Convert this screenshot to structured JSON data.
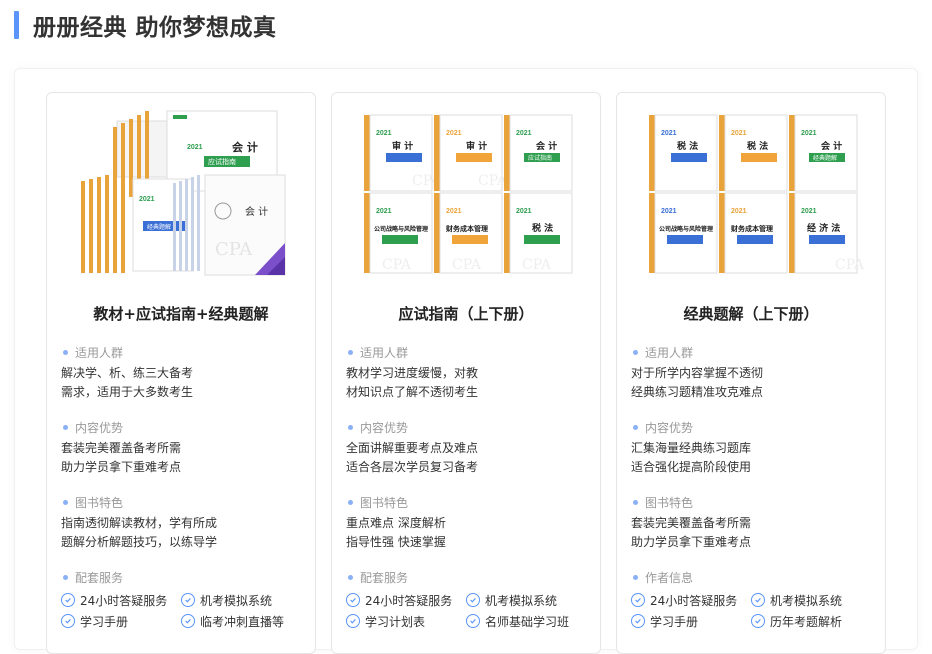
{
  "header": {
    "title": "册册经典 助你梦想成真"
  },
  "cards": [
    {
      "title": "教材+应试指南+经典题解",
      "sections": [
        {
          "label": "适用人群",
          "lines": [
            "解决学、析、练三大备考",
            "需求，适用于大多数考生"
          ]
        },
        {
          "label": "内容优势",
          "lines": [
            "套装完美覆盖备考所需",
            "助力学员拿下重难考点"
          ]
        },
        {
          "label": "图书特色",
          "lines": [
            "指南透彻解读教材，学有所成",
            "题解分析解题技巧，以练导学"
          ]
        }
      ],
      "services_label": "配套服务",
      "services": [
        "24小时答疑服务",
        "机考模拟系统",
        "学习手册",
        "临考冲刺直播等"
      ]
    },
    {
      "title": "应试指南（上下册）",
      "sections": [
        {
          "label": "适用人群",
          "lines": [
            "教材学习进度缓慢，对教",
            "材知识点了解不透彻考生"
          ]
        },
        {
          "label": "内容优势",
          "lines": [
            "全面讲解重要考点及难点",
            "适合各层次学员复习备考"
          ]
        },
        {
          "label": "图书特色",
          "lines": [
            "重点难点 深度解析",
            "指导性强 快速掌握"
          ]
        }
      ],
      "services_label": "配套服务",
      "services": [
        "24小时答疑服务",
        "机考模拟系统",
        "学习计划表",
        "名师基础学习班"
      ]
    },
    {
      "title": "经典题解（上下册）",
      "sections": [
        {
          "label": "适用人群",
          "lines": [
            "对于所学内容掌握不透彻",
            "经典练习题精准攻克难点"
          ]
        },
        {
          "label": "内容优势",
          "lines": [
            "汇集海量经典练习题库",
            "适合强化提高阶段使用"
          ]
        },
        {
          "label": "图书特色",
          "lines": [
            "套装完美覆盖备考所需",
            "助力学员拿下重难考点"
          ]
        }
      ],
      "services_label": "作者信息",
      "services": [
        "24小时答疑服务",
        "机考模拟系统",
        "学习手册",
        "历年考题解析"
      ]
    }
  ],
  "book_covers": {
    "year": "2021",
    "cpa": "CPA",
    "card1": {
      "main_subject": "会 计",
      "sub_top": "应试指南",
      "sub_bottom": "经典题解"
    },
    "card2": [
      "审 计",
      "会 计",
      "公司战略与风险管理",
      "财务成本管理",
      "税 法"
    ],
    "card3": [
      "税 法",
      "会 计",
      "公司战略与风险管理",
      "财务成本管理",
      "经 济 法"
    ],
    "card2_badge": "应试指南",
    "card3_badge": "经典题解"
  },
  "colors": {
    "accent": "#5b95f9",
    "badge_green": "#2e9e4f",
    "badge_orange": "#f0a43a",
    "badge_blue": "#3a6fd6"
  }
}
